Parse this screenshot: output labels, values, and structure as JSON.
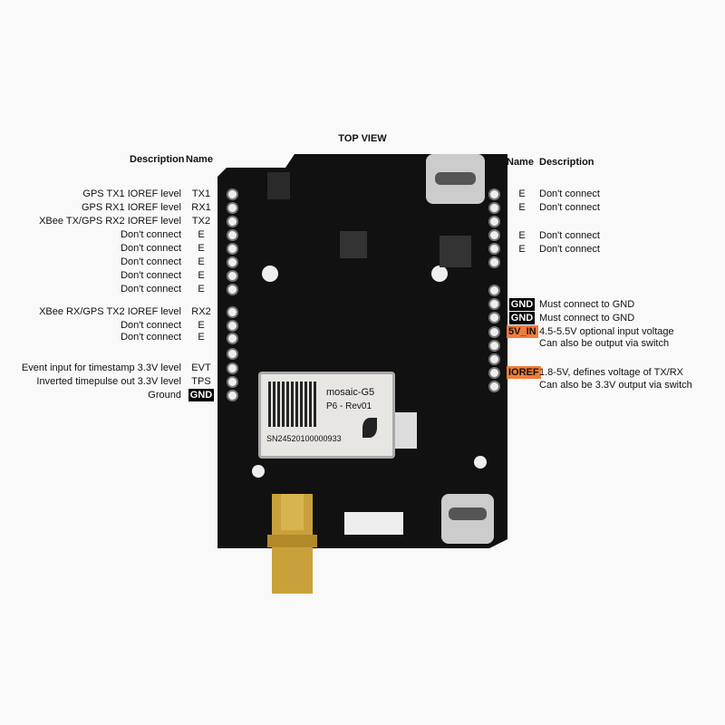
{
  "title": "TOP VIEW",
  "left_header": {
    "description": "Description",
    "name": "Name"
  },
  "right_header": {
    "name": "Name",
    "description": "Description"
  },
  "left_pins": [
    {
      "name": "TX1",
      "description": "GPS TX1 IOREF level"
    },
    {
      "name": "RX1",
      "description": "GPS RX1 IOREF level"
    },
    {
      "name": "TX2",
      "description": "XBee TX/GPS RX2 IOREF level"
    },
    {
      "name": "E",
      "description": "Don't connect"
    },
    {
      "name": "E",
      "description": "Don't connect"
    },
    {
      "name": "E",
      "description": "Don't connect"
    },
    {
      "name": "E",
      "description": "Don't connect"
    },
    {
      "name": "E",
      "description": "Don't connect"
    },
    {
      "name": "RX2",
      "description": "XBee RX/GPS TX2 IOREF level"
    },
    {
      "name": "E",
      "description": "Don't connect"
    },
    {
      "name": "E",
      "description": "Don't connect"
    },
    {
      "name": "EVT",
      "description": "Event input for timestamp 3.3V level"
    },
    {
      "name": "TPS",
      "description": "Inverted timepulse out 3.3V level"
    },
    {
      "name": "GND",
      "description": "Ground"
    }
  ],
  "right_pins": [
    {
      "name": "E",
      "description": "Don't connect"
    },
    {
      "name": "E",
      "description": "Don't connect"
    },
    {
      "name": "E",
      "description": "Don't connect"
    },
    {
      "name": "E",
      "description": "Don't connect"
    },
    {
      "name": "GND",
      "description": "Must connect to GND"
    },
    {
      "name": "GND",
      "description": "Must connect to GND"
    },
    {
      "name": "5V_IN",
      "description": "4.5-5.5V optional input voltage",
      "description2": "Can also be output via switch"
    },
    {
      "name": "IOREF",
      "description": "1.8-5V, defines voltage of TX/RX",
      "description2": "Can also be 3.3V output via switch"
    }
  ],
  "module": {
    "brand": "mosaic-G5",
    "revision": "P6 - Rev01",
    "serial": "SN24520100000933"
  },
  "colors": {
    "board": "#111111",
    "highlight_black": "#000000",
    "highlight_orange": "#ef7d3b",
    "gold": "#c9a13b"
  }
}
